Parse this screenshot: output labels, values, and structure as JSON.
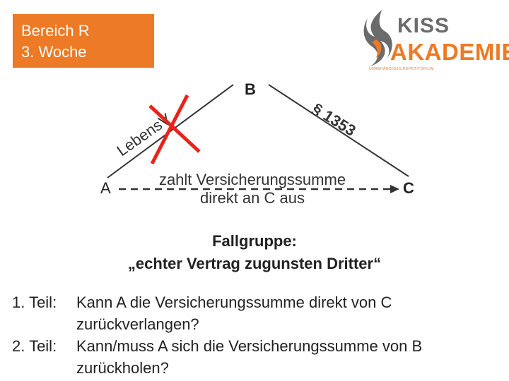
{
  "badge": {
    "line1": "Bereich R",
    "line2": "3. Woche"
  },
  "logo": {
    "word1": "KISS",
    "word2": "AKADEMIE",
    "tagline": "UNABHÄNGIGES REPETITORIUM",
    "icon": "flame-icon"
  },
  "diagram": {
    "nodes": {
      "a": "A",
      "b": "B",
      "c": "C"
    },
    "left_label": "LebensV",
    "right_label": "§ 1353",
    "arrow_label_line1": "zahlt Versicherungssumme",
    "arrow_label_line2": "direkt an C aus",
    "cross_color": "#e8231a",
    "line_color": "#333333"
  },
  "fallgruppe": {
    "title": "Fallgruppe:",
    "subtitle": "„echter Vertrag zugunsten Dritter“"
  },
  "questions": [
    {
      "label": "1. Teil:",
      "line1": "Kann A die Versicherungssumme direkt von C",
      "line2": "zurückverlangen?"
    },
    {
      "label": "2. Teil:",
      "line1": "Kann/muss A sich die Versicherungssumme von B",
      "line2": "zurückholen?"
    }
  ]
}
